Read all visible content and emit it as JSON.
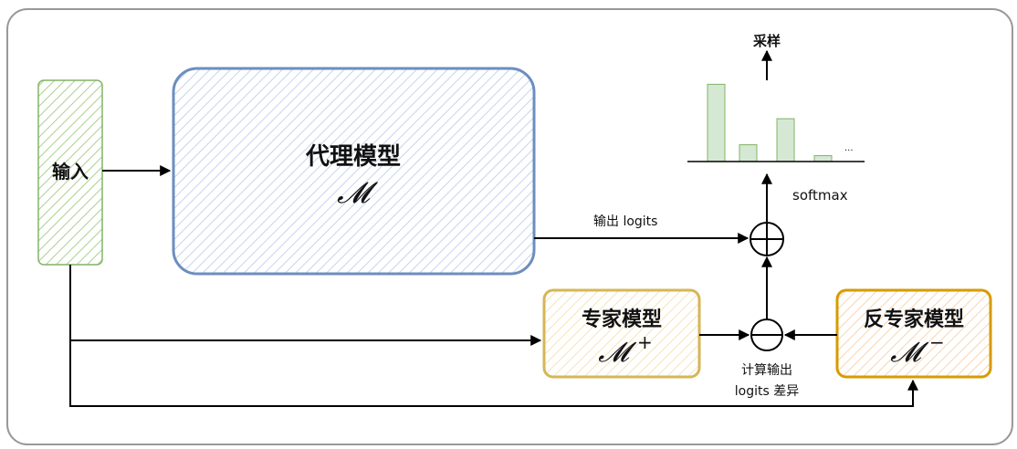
{
  "input": {
    "label": "输入"
  },
  "agent": {
    "title": "代理模型",
    "symbol": "𝓜"
  },
  "expert": {
    "title": "专家模型",
    "symbol": "𝓜",
    "sup": "+"
  },
  "anti_expert": {
    "title": "反专家模型",
    "symbol": "𝓜",
    "sup": "−"
  },
  "edges": {
    "output_logits": "输出 logits",
    "softmax": "softmax",
    "sample": "采样",
    "diff_line1": "计算输出",
    "diff_line2": "logits 差异"
  },
  "distribution": {
    "values": [
      92,
      20,
      51,
      7
    ],
    "ellipsis": "..."
  },
  "colors": {
    "green": "#82b366",
    "blue": "#6c8ebf",
    "yellow": "#d6b656",
    "orange": "#d79b00"
  }
}
